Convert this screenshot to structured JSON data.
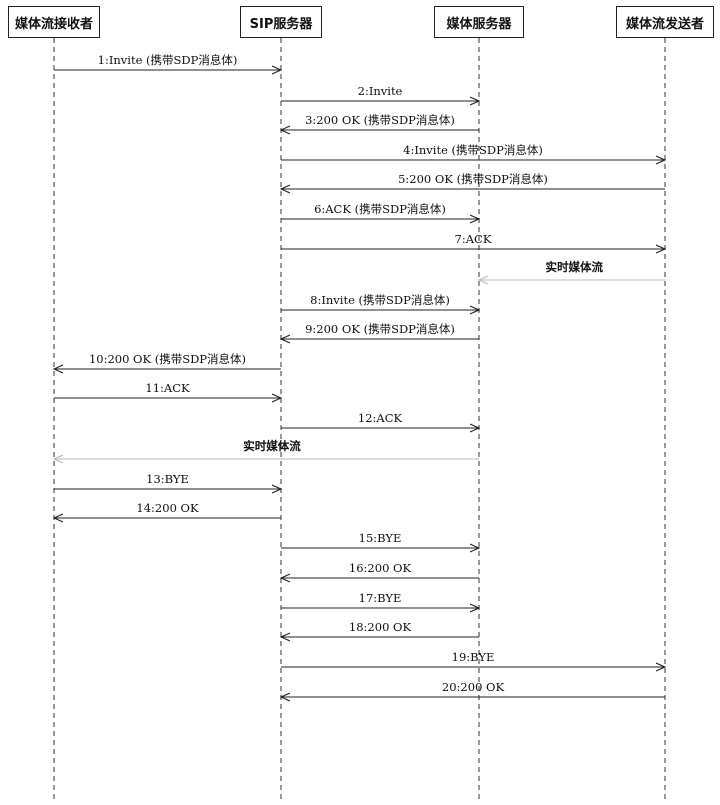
{
  "participants": [
    {
      "id": "receiver",
      "label": "媒体流接收者"
    },
    {
      "id": "sip",
      "label": "SIP服务器"
    },
    {
      "id": "media",
      "label": "媒体服务器"
    },
    {
      "id": "sender",
      "label": "媒体流发送者"
    }
  ],
  "messages": [
    {
      "from": "receiver",
      "to": "sip",
      "label": "1:Invite (携带SDP消息体)"
    },
    {
      "from": "sip",
      "to": "media",
      "label": "2:Invite"
    },
    {
      "from": "media",
      "to": "sip",
      "label": "3:200 OK (携带SDP消息体)"
    },
    {
      "from": "sip",
      "to": "sender",
      "label": "4:Invite (携带SDP消息体)"
    },
    {
      "from": "sender",
      "to": "sip",
      "label": "5:200 OK (携带SDP消息体)"
    },
    {
      "from": "sip",
      "to": "media",
      "label": "6:ACK (携带SDP消息体)"
    },
    {
      "from": "sip",
      "to": "sender",
      "label": "7:ACK"
    },
    {
      "from": "sender",
      "to": "media",
      "label": "实时媒体流",
      "stream": true
    },
    {
      "from": "sip",
      "to": "media",
      "label": "8:Invite (携带SDP消息体)"
    },
    {
      "from": "media",
      "to": "sip",
      "label": "9:200 OK (携带SDP消息体)"
    },
    {
      "from": "sip",
      "to": "receiver",
      "label": "10:200 OK (携带SDP消息体)"
    },
    {
      "from": "receiver",
      "to": "sip",
      "label": "11:ACK"
    },
    {
      "from": "sip",
      "to": "media",
      "label": "12:ACK"
    },
    {
      "from": "media",
      "to": "receiver",
      "label": "实时媒体流",
      "stream": true
    },
    {
      "from": "receiver",
      "to": "sip",
      "label": "13:BYE"
    },
    {
      "from": "sip",
      "to": "receiver",
      "label": "14:200 OK"
    },
    {
      "from": "sip",
      "to": "media",
      "label": "15:BYE"
    },
    {
      "from": "media",
      "to": "sip",
      "label": "16:200 OK"
    },
    {
      "from": "sip",
      "to": "media",
      "label": "17:BYE"
    },
    {
      "from": "media",
      "to": "sip",
      "label": "18:200 OK"
    },
    {
      "from": "sip",
      "to": "sender",
      "label": "19:BYE"
    },
    {
      "from": "sender",
      "to": "sip",
      "label": "20:200 OK"
    }
  ],
  "colors": {
    "line": "#222222",
    "stream": "#bbbbbb"
  }
}
